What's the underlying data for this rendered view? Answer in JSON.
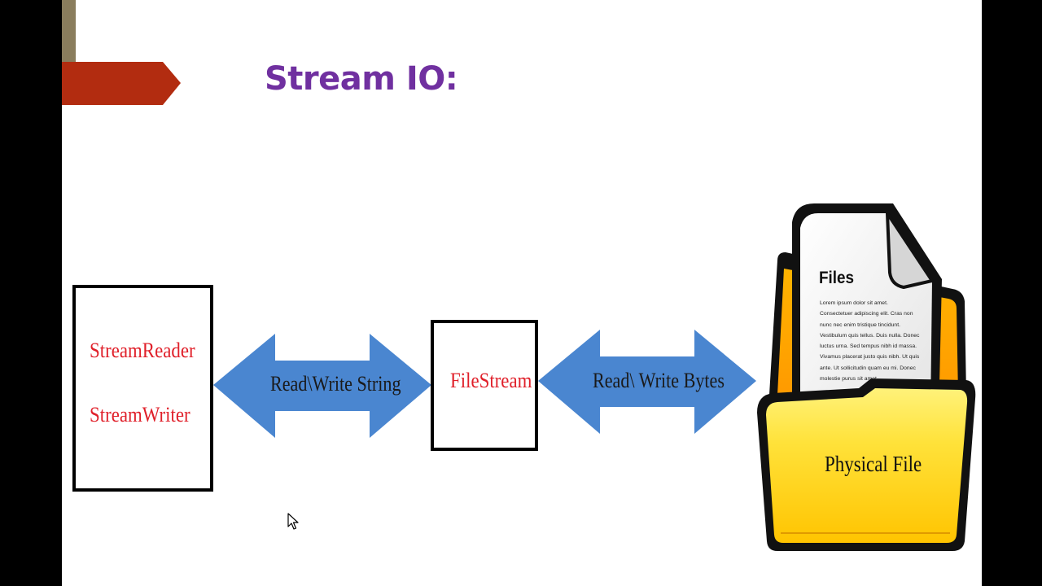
{
  "slide": {
    "title": "Stream IO:"
  },
  "diagram": {
    "left_box": {
      "line1": "StreamReader",
      "line2": "StreamWriter"
    },
    "arrow_left_label": "Read\\Write String",
    "middle_box": {
      "label": "FileStream"
    },
    "arrow_right_label": "Read\\ Write Bytes",
    "folder": {
      "doc_title": "Files",
      "doc_body": "Lorem ipsum dolor sit amet. Consectetuer adipiscing elit. Cras non nunc nec enim tristique tincidunt. Vestibulum quis tellus. Duis nulla. Donec luctus urna. Sed tempus nibh id massa. Vivamus placerat justo quis nibh. Ut quis ante. Ut sollicitudin quam eu mi. Donec molestie purus sit amet",
      "label": "Physical File"
    }
  },
  "colors": {
    "title": "#7030a0",
    "accent_bar": "#b22c10",
    "arrow": "#4a86d0",
    "class_text": "#e0202a",
    "folder": "#ffd21f"
  }
}
